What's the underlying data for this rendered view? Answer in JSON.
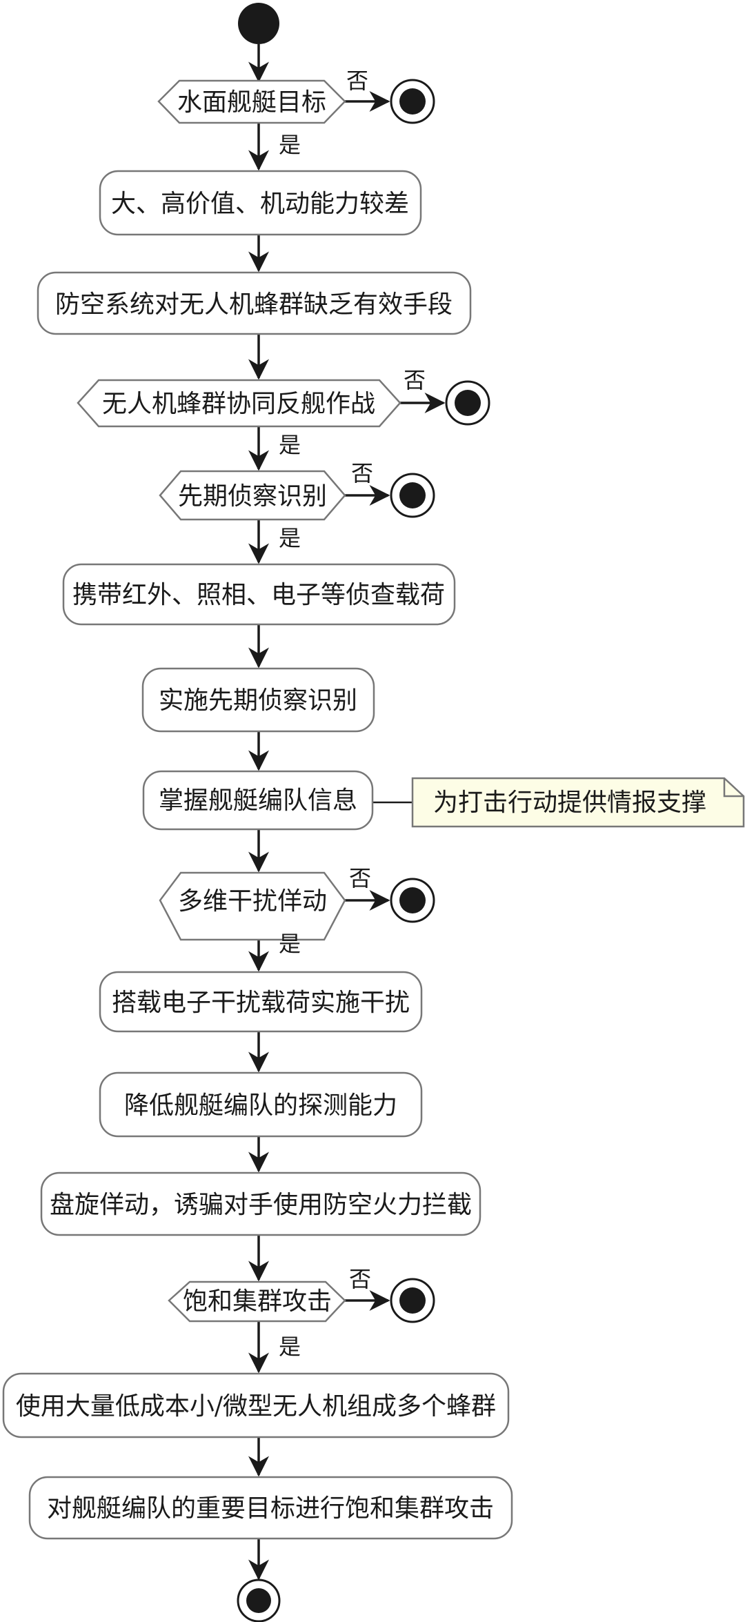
{
  "nodes": {
    "n1": "水面舰艇目标",
    "n2": "大、高价值、机动能力较差",
    "n3": "防空系统对无人机蜂群缺乏有效手段",
    "n4": "无人机蜂群协同反舰作战",
    "n5": "先期侦察识别",
    "n6": "携带红外、照相、电子等侦查载荷",
    "n7": "实施先期侦察识别",
    "n8": "掌握舰艇编队信息",
    "n9": "多维干扰佯动",
    "n10": "搭载电子干扰载荷实施干扰",
    "n11": "降低舰艇编队的探测能力",
    "n12": "盘旋佯动，诱骗对手使用防空火力拦截",
    "n13": "饱和集群攻击",
    "n14": "使用大量低成本小/微型无人机组成多个蜂群",
    "n15": "对舰艇编队的重要目标进行饱和集群攻击"
  },
  "note": "为打击行动提供情报支撑",
  "labels": {
    "yes": "是",
    "no": "否"
  }
}
